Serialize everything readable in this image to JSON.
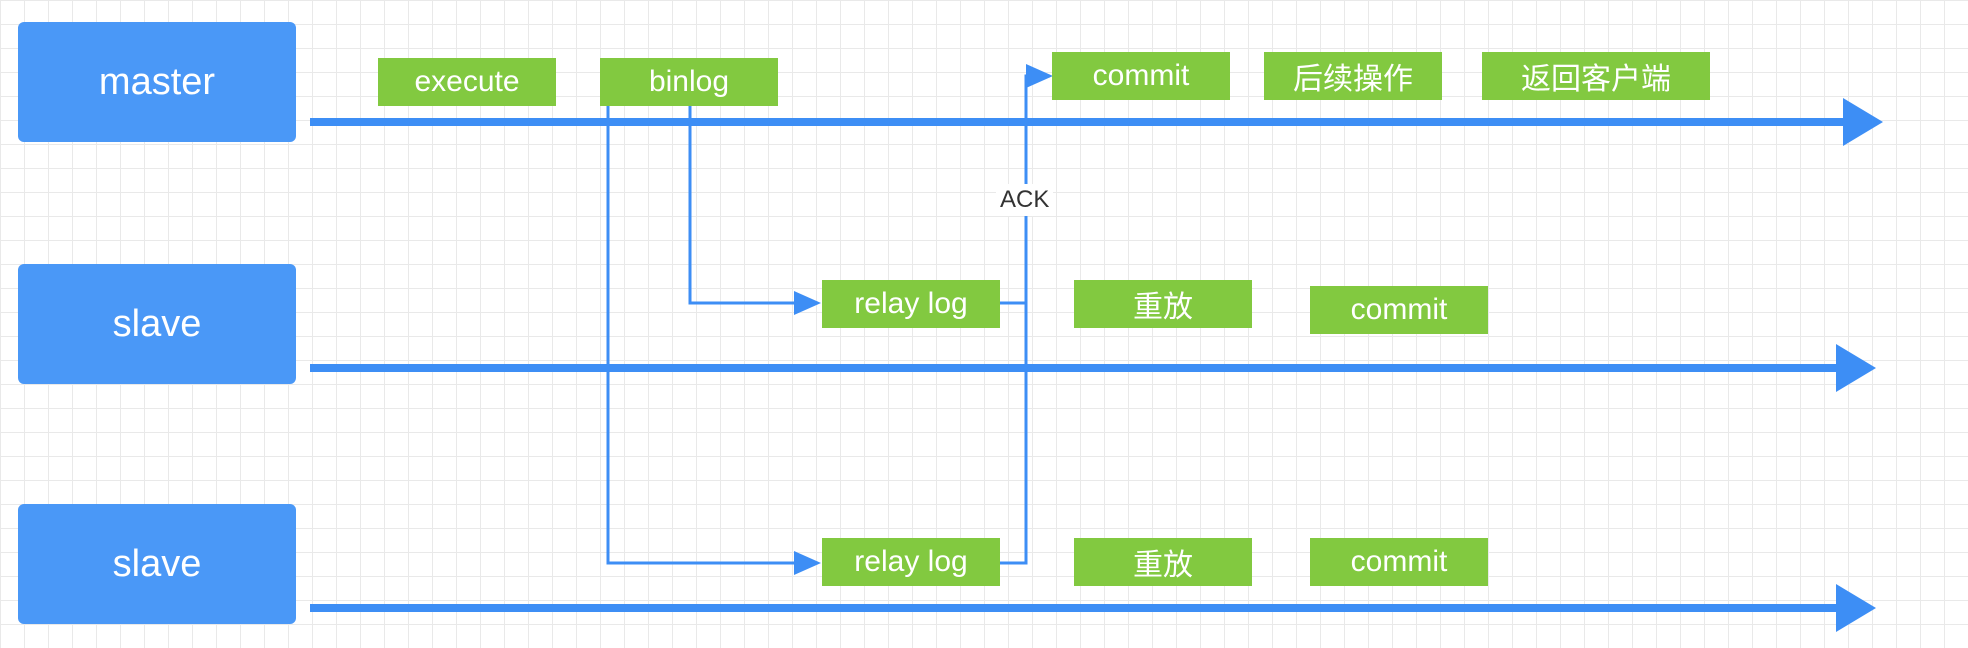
{
  "roles": {
    "master": "master",
    "slave1": "slave",
    "slave2": "slave"
  },
  "master_steps": {
    "execute": "execute",
    "binlog": "binlog",
    "commit": "commit",
    "followup": "后续操作",
    "return_client": "返回客户端"
  },
  "slave1_steps": {
    "relay_log": "relay log",
    "replay": "重放",
    "commit": "commit"
  },
  "slave2_steps": {
    "relay_log": "relay log",
    "replay": "重放",
    "commit": "commit"
  },
  "ack_label": "ACK",
  "colors": {
    "role": "#4a98f7",
    "step": "#82c940",
    "line": "#3d8ef5",
    "grid": "#e9e9e9"
  }
}
